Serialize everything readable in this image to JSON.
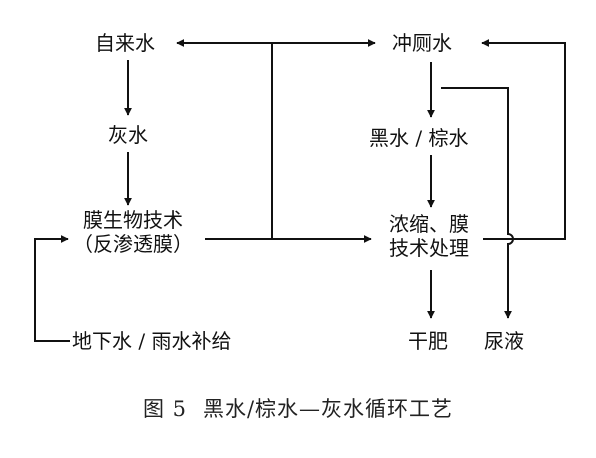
{
  "nodes": {
    "tap_water": "自来水",
    "gray_water": "灰水",
    "membrane_bio_l1": "膜生物技术",
    "membrane_bio_l2": "（反渗透膜）",
    "groundwater_rain": "地下水 / 雨水补给",
    "toilet_flush": "冲厕水",
    "black_brown": "黑水 / 棕水",
    "concentration_l1": "浓缩、膜",
    "concentration_l2": "技术处理",
    "dry_fertilizer": "干肥",
    "urine_liquid": "尿液"
  },
  "caption": {
    "figure_no": "图 5",
    "title": "黑水/棕水—灰水循环工艺"
  },
  "colors": {
    "ink": "#111111"
  }
}
